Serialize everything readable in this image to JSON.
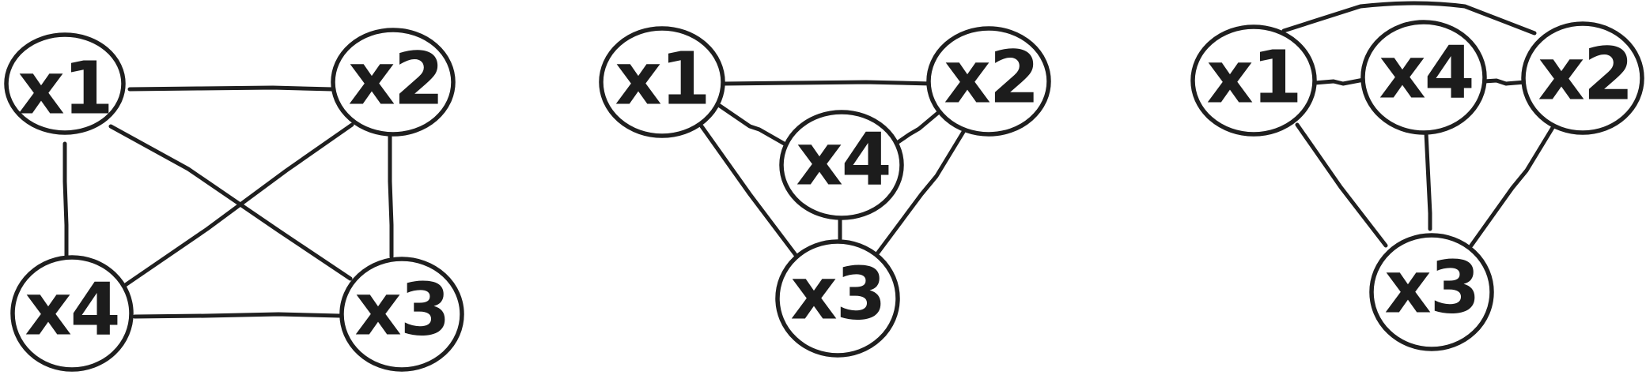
{
  "colors": {
    "stroke": "#1f1f1f",
    "label": "#1c1c1c",
    "node_fill": "#ffffff",
    "background": "#ffffff"
  },
  "graphs": [
    {
      "nodes": [
        {
          "id": "x1",
          "label": "x1"
        },
        {
          "id": "x2",
          "label": "x2"
        },
        {
          "id": "x3",
          "label": "x3"
        },
        {
          "id": "x4",
          "label": "x4"
        }
      ],
      "edges": [
        {
          "from": "x1",
          "to": "x2"
        },
        {
          "from": "x1",
          "to": "x4"
        },
        {
          "from": "x1",
          "to": "x3"
        },
        {
          "from": "x2",
          "to": "x4"
        },
        {
          "from": "x2",
          "to": "x3"
        },
        {
          "from": "x4",
          "to": "x3"
        }
      ]
    },
    {
      "nodes": [
        {
          "id": "x1",
          "label": "x1"
        },
        {
          "id": "x2",
          "label": "x2"
        },
        {
          "id": "x3",
          "label": "x3"
        },
        {
          "id": "x4",
          "label": "x4"
        }
      ],
      "edges": [
        {
          "from": "x1",
          "to": "x2"
        },
        {
          "from": "x1",
          "to": "x4"
        },
        {
          "from": "x1",
          "to": "x3"
        },
        {
          "from": "x2",
          "to": "x4"
        },
        {
          "from": "x2",
          "to": "x3"
        },
        {
          "from": "x4",
          "to": "x3"
        }
      ]
    },
    {
      "nodes": [
        {
          "id": "x1",
          "label": "x1"
        },
        {
          "id": "x4",
          "label": "x4"
        },
        {
          "id": "x2",
          "label": "x2"
        },
        {
          "id": "x3",
          "label": "x3"
        }
      ],
      "edges": [
        {
          "from": "x1",
          "to": "x2"
        },
        {
          "from": "x1",
          "to": "x4"
        },
        {
          "from": "x4",
          "to": "x2"
        },
        {
          "from": "x1",
          "to": "x3"
        },
        {
          "from": "x4",
          "to": "x3"
        },
        {
          "from": "x2",
          "to": "x3"
        }
      ]
    }
  ]
}
